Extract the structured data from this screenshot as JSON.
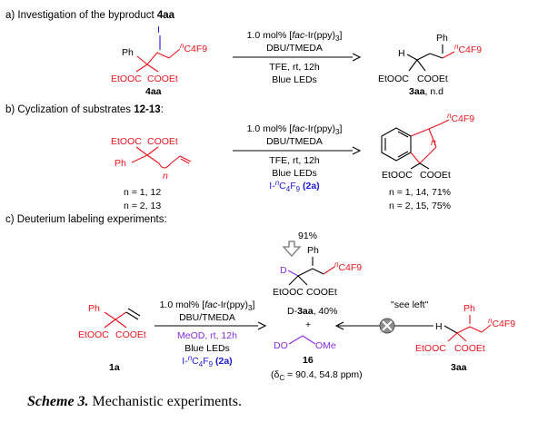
{
  "sections": {
    "a": {
      "heading_prefix": "a) Investigation of the byproduct ",
      "heading_bold": "4aa",
      "conditions": [
        "1.0 mol% [fac-Ir(ppy)3]",
        "DBU/TMEDA",
        "TFE, rt, 12h",
        "Blue LEDs"
      ],
      "sm_label": "4aa",
      "product_label": "3aa",
      "product_note": ", n.d"
    },
    "b": {
      "heading_prefix": "b) Cyclization of substrates ",
      "heading_bold": "12-13",
      "conditions": [
        "1.0 mol% [fac-Ir(ppy)3]",
        "DBU/TMEDA",
        "TFE, rt, 12h",
        "Blue LEDs",
        "I-nC4F9 (2a)"
      ],
      "sm_rows": [
        "n = 1, 12",
        "n = 2, 13"
      ],
      "product_rows": [
        "n = 1, 14, 71%",
        "n = 2, 15, 75%"
      ]
    },
    "c": {
      "heading": "c) Deuterium labeling experiments:",
      "conditions": [
        "1.0 mol% [fac-Ir(ppy)3]",
        "DBU/TMEDA",
        "MeOD, rt, 12h",
        "Blue LEDs",
        "I-nC4F9 (2a)"
      ],
      "sm_label": "1a",
      "d_incorporation": "91%",
      "product_yield": "D-3aa, 40%",
      "plus": "+",
      "byproduct_label": "16",
      "nmr_note": "(δC = 90.4, 54.8 ppm)",
      "see_left": "\"see left\"",
      "right_label": "3aa"
    }
  },
  "atoms": {
    "ph": "Ph",
    "h": "H",
    "i": "I",
    "d": "D",
    "n": "n",
    "ester_left": "EtOOC",
    "ester_right": "COOEt",
    "rf": "C4F9",
    "rf_sup": "n",
    "do": "DO",
    "ome": "OMe"
  },
  "caption": {
    "bold_italic": "Scheme 3.",
    "text": " Mechanistic experiments."
  },
  "colors": {
    "red": "#e8141c",
    "blue": "#1818d8",
    "purple": "#8a2be2",
    "gray": "#777777"
  }
}
